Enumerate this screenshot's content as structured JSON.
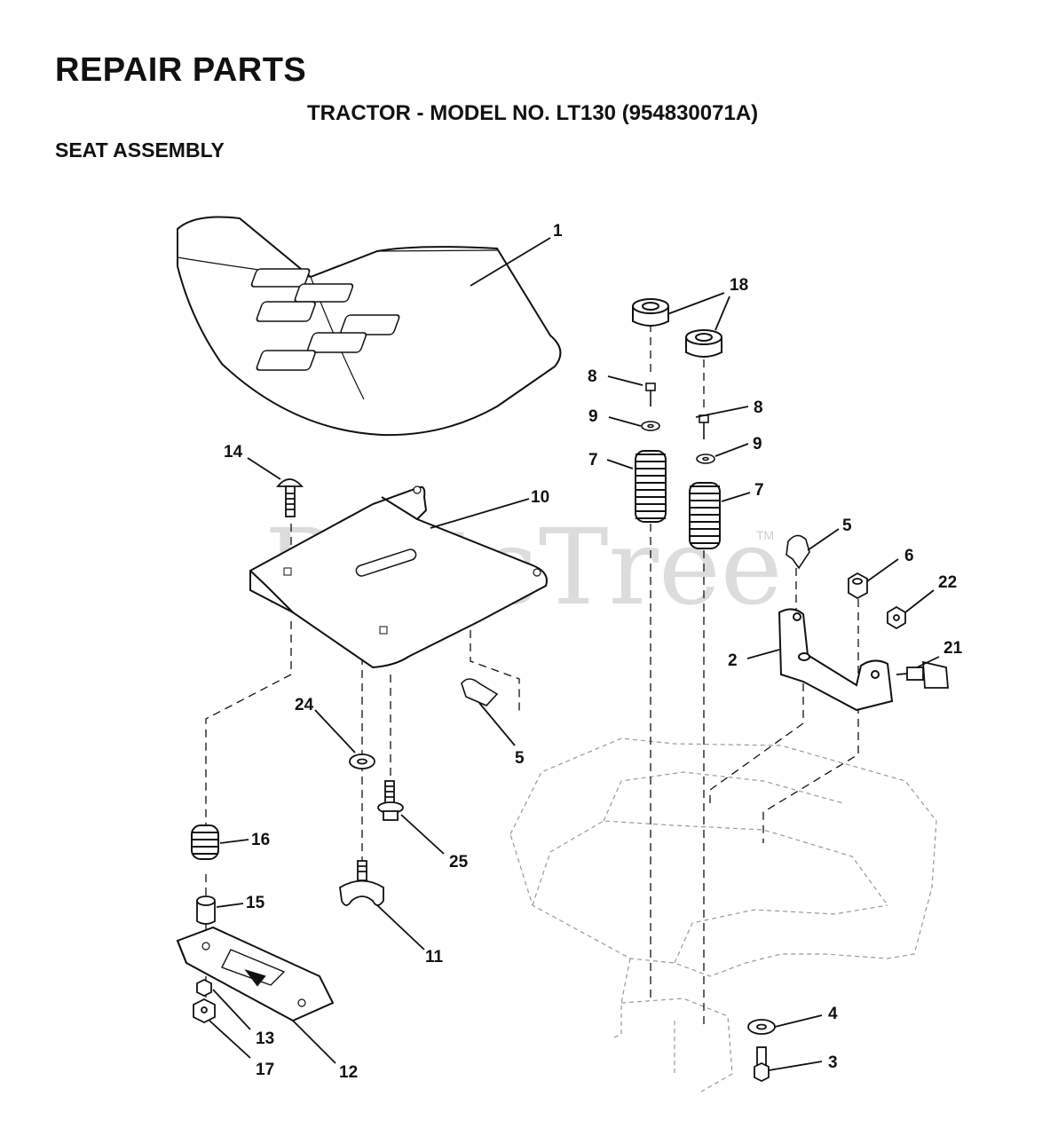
{
  "header": {
    "title": "REPAIR PARTS",
    "model": "TRACTOR - MODEL NO. LT130  (954830071A)",
    "section": "SEAT ASSEMBLY"
  },
  "watermark": {
    "text": "PartsTree",
    "trademark": "TM"
  },
  "callouts": {
    "p1": "1",
    "p18": "18",
    "p8a": "8",
    "p8b": "8",
    "p9a": "9",
    "p9b": "9",
    "p7a": "7",
    "p7b": "7",
    "p14": "14",
    "p10": "10",
    "p5a": "5",
    "p5b": "5",
    "p6": "6",
    "p22": "22",
    "p2": "2",
    "p21": "21",
    "p24": "24",
    "p25": "25",
    "p16": "16",
    "p15": "15",
    "p11": "11",
    "p13": "13",
    "p17": "17",
    "p12": "12",
    "p4": "4",
    "p3": "3"
  },
  "colors": {
    "ink": "#111111",
    "watermark": "#dcdcdc",
    "frame_dashes": "#999999"
  }
}
